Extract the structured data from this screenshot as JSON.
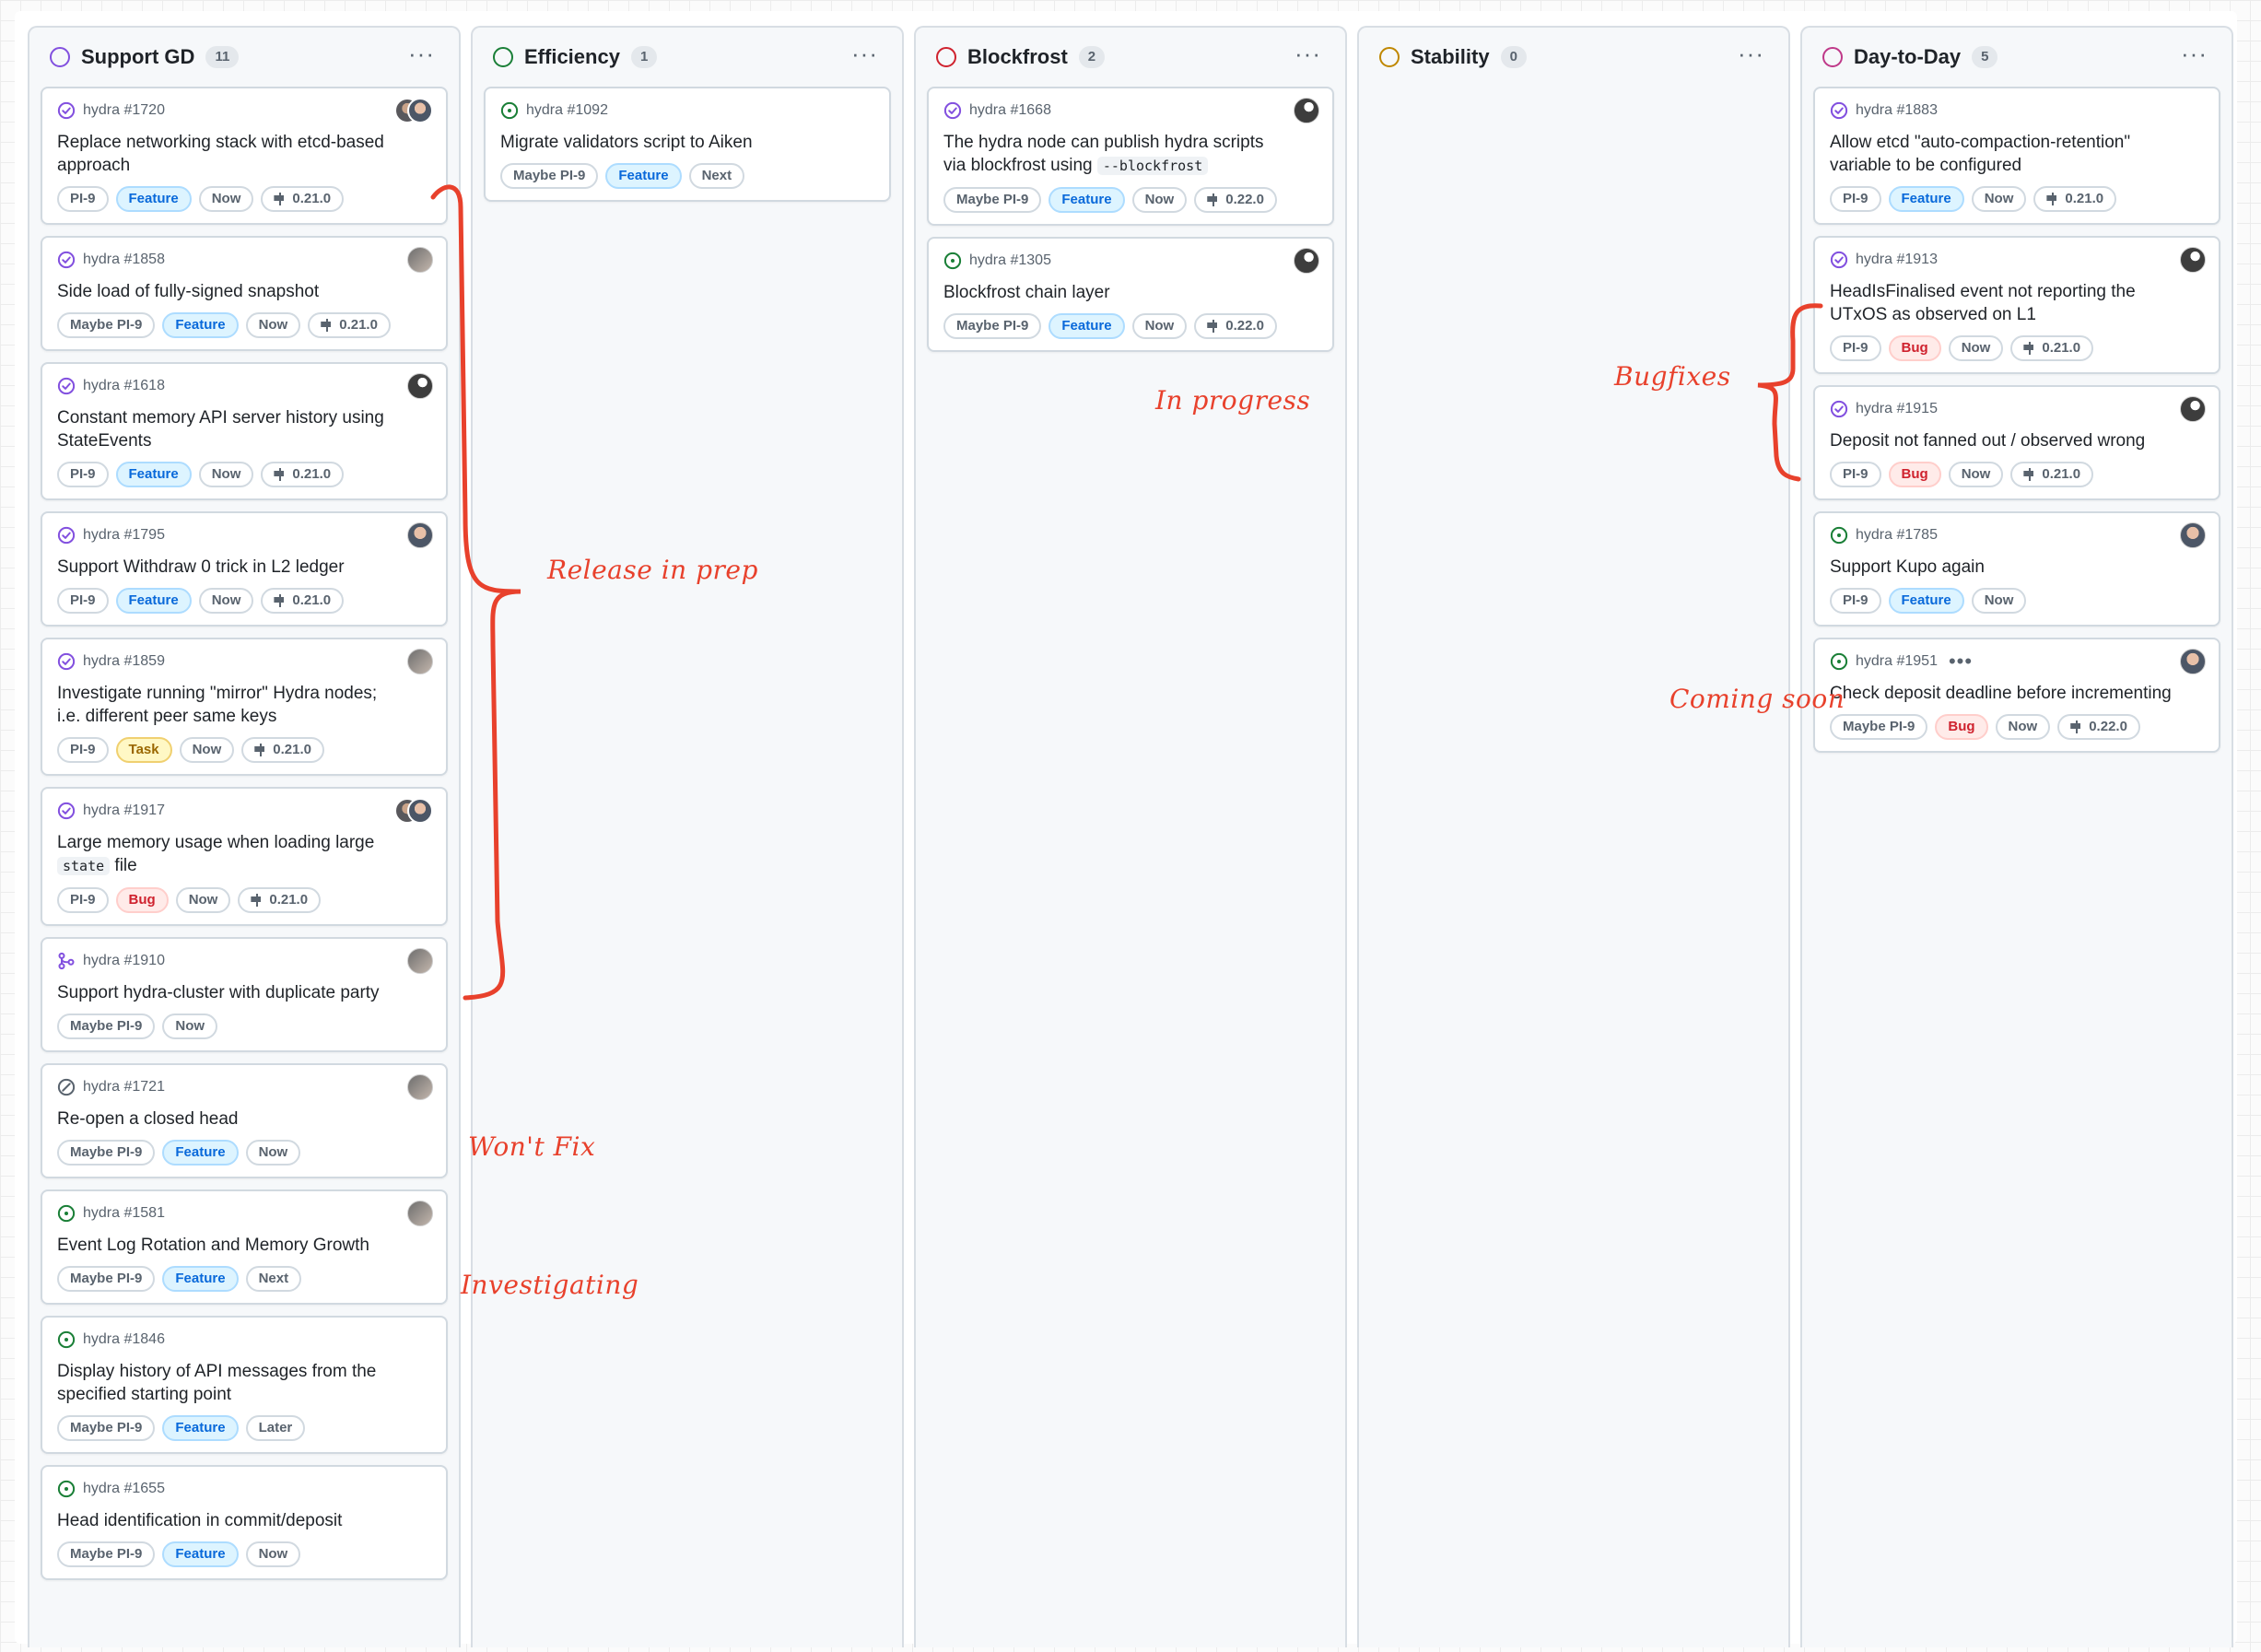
{
  "columns": [
    {
      "title": "Support GD",
      "count": "11",
      "ring_color": "#8250df",
      "cards": [
        {
          "status": "closed",
          "ref": "hydra #1720",
          "title": "Replace networking stack with etcd-based approach",
          "avatar": "pair",
          "labels": [
            {
              "text": "PI-9",
              "kind": "plain"
            },
            {
              "text": "Feature",
              "kind": "feature"
            },
            {
              "text": "Now",
              "kind": "plain"
            },
            {
              "text": "0.21.0",
              "kind": "milestone"
            }
          ]
        },
        {
          "status": "closed",
          "ref": "hydra #1858",
          "title": "Side load of fully-signed snapshot",
          "avatar": "d",
          "labels": [
            {
              "text": "Maybe PI-9",
              "kind": "plain"
            },
            {
              "text": "Feature",
              "kind": "feature"
            },
            {
              "text": "Now",
              "kind": "plain"
            },
            {
              "text": "0.21.0",
              "kind": "milestone"
            }
          ]
        },
        {
          "status": "closed",
          "ref": "hydra #1618",
          "title": "Constant memory API server history using StateEvents",
          "avatar": "b",
          "labels": [
            {
              "text": "PI-9",
              "kind": "plain"
            },
            {
              "text": "Feature",
              "kind": "feature"
            },
            {
              "text": "Now",
              "kind": "plain"
            },
            {
              "text": "0.21.0",
              "kind": "milestone"
            }
          ]
        },
        {
          "status": "closed",
          "ref": "hydra #1795",
          "title": "Support Withdraw 0 trick in L2 ledger",
          "avatar": "c",
          "labels": [
            {
              "text": "PI-9",
              "kind": "plain"
            },
            {
              "text": "Feature",
              "kind": "feature"
            },
            {
              "text": "Now",
              "kind": "plain"
            },
            {
              "text": "0.21.0",
              "kind": "milestone"
            }
          ]
        },
        {
          "status": "closed",
          "ref": "hydra #1859",
          "title": "Investigate running \"mirror\" Hydra nodes; i.e. different peer same keys",
          "avatar": "d",
          "labels": [
            {
              "text": "PI-9",
              "kind": "plain"
            },
            {
              "text": "Task",
              "kind": "task"
            },
            {
              "text": "Now",
              "kind": "plain"
            },
            {
              "text": "0.21.0",
              "kind": "milestone"
            }
          ]
        },
        {
          "status": "closed",
          "ref": "hydra #1917",
          "title": "Large memory usage when loading large ",
          "code": "state",
          "title_after": " file",
          "avatar": "pair",
          "labels": [
            {
              "text": "PI-9",
              "kind": "plain"
            },
            {
              "text": "Bug",
              "kind": "bug"
            },
            {
              "text": "Now",
              "kind": "plain"
            },
            {
              "text": "0.21.0",
              "kind": "milestone"
            }
          ]
        },
        {
          "status": "merged",
          "ref": "hydra #1910",
          "title": "Support hydra-cluster with duplicate party",
          "avatar": "d",
          "labels": [
            {
              "text": "Maybe PI-9",
              "kind": "plain"
            },
            {
              "text": "Now",
              "kind": "plain"
            }
          ]
        },
        {
          "status": "notplanned",
          "ref": "hydra #1721",
          "title": "Re-open a closed head",
          "avatar": "d",
          "labels": [
            {
              "text": "Maybe PI-9",
              "kind": "plain"
            },
            {
              "text": "Feature",
              "kind": "feature"
            },
            {
              "text": "Now",
              "kind": "plain"
            }
          ]
        },
        {
          "status": "open",
          "ref": "hydra #1581",
          "title": "Event Log Rotation and Memory Growth",
          "avatar": "d",
          "labels": [
            {
              "text": "Maybe PI-9",
              "kind": "plain"
            },
            {
              "text": "Feature",
              "kind": "feature"
            },
            {
              "text": "Next",
              "kind": "plain"
            }
          ]
        },
        {
          "status": "open",
          "ref": "hydra #1846",
          "title": "Display history of API messages from the specified starting point",
          "avatar": "",
          "labels": [
            {
              "text": "Maybe PI-9",
              "kind": "plain"
            },
            {
              "text": "Feature",
              "kind": "feature"
            },
            {
              "text": "Later",
              "kind": "plain"
            }
          ]
        },
        {
          "status": "open",
          "ref": "hydra #1655",
          "title": "Head identification in commit/deposit",
          "avatar": "",
          "labels": [
            {
              "text": "Maybe PI-9",
              "kind": "plain"
            },
            {
              "text": "Feature",
              "kind": "feature"
            },
            {
              "text": "Now",
              "kind": "plain"
            }
          ]
        }
      ]
    },
    {
      "title": "Efficiency",
      "count": "1",
      "ring_color": "#1a7f37",
      "cards": [
        {
          "status": "open",
          "ref": "hydra #1092",
          "title": "Migrate validators script to Aiken",
          "avatar": "",
          "labels": [
            {
              "text": "Maybe PI-9",
              "kind": "plain"
            },
            {
              "text": "Feature",
              "kind": "feature"
            },
            {
              "text": "Next",
              "kind": "plain"
            }
          ]
        }
      ]
    },
    {
      "title": "Blockfrost",
      "count": "2",
      "ring_color": "#cf222e",
      "cards": [
        {
          "status": "closed",
          "ref": "hydra #1668",
          "title": "The hydra node can publish hydra scripts via blockfrost using ",
          "code": "--blockfrost",
          "title_after": "",
          "avatar": "b",
          "labels": [
            {
              "text": "Maybe PI-9",
              "kind": "plain"
            },
            {
              "text": "Feature",
              "kind": "feature"
            },
            {
              "text": "Now",
              "kind": "plain"
            },
            {
              "text": "0.22.0",
              "kind": "milestone"
            }
          ]
        },
        {
          "status": "open",
          "ref": "hydra #1305",
          "title": "Blockfrost chain layer",
          "avatar": "b",
          "labels": [
            {
              "text": "Maybe PI-9",
              "kind": "plain"
            },
            {
              "text": "Feature",
              "kind": "feature"
            },
            {
              "text": "Now",
              "kind": "plain"
            },
            {
              "text": "0.22.0",
              "kind": "milestone"
            }
          ]
        }
      ]
    },
    {
      "title": "Stability",
      "count": "0",
      "ring_color": "#bf8700",
      "cards": []
    },
    {
      "title": "Day-to-Day",
      "count": "5",
      "ring_color": "#bf3989",
      "cards": [
        {
          "status": "closed",
          "ref": "hydra #1883",
          "title": "Allow etcd \"auto-compaction-retention\" variable to be configured",
          "avatar": "",
          "labels": [
            {
              "text": "PI-9",
              "kind": "plain"
            },
            {
              "text": "Feature",
              "kind": "feature"
            },
            {
              "text": "Now",
              "kind": "plain"
            },
            {
              "text": "0.21.0",
              "kind": "milestone"
            }
          ]
        },
        {
          "status": "closed",
          "ref": "hydra #1913",
          "title": "HeadIsFinalised event not reporting the UTxOS as observed on L1",
          "avatar": "b",
          "labels": [
            {
              "text": "PI-9",
              "kind": "plain"
            },
            {
              "text": "Bug",
              "kind": "bug"
            },
            {
              "text": "Now",
              "kind": "plain"
            },
            {
              "text": "0.21.0",
              "kind": "milestone"
            }
          ]
        },
        {
          "status": "closed",
          "ref": "hydra #1915",
          "title": "Deposit not fanned out / observed wrong",
          "avatar": "b",
          "labels": [
            {
              "text": "PI-9",
              "kind": "plain"
            },
            {
              "text": "Bug",
              "kind": "bug"
            },
            {
              "text": "Now",
              "kind": "plain"
            },
            {
              "text": "0.21.0",
              "kind": "milestone"
            }
          ]
        },
        {
          "status": "open",
          "ref": "hydra #1785",
          "title": "Support Kupo again",
          "avatar": "c",
          "labels": [
            {
              "text": "PI-9",
              "kind": "plain"
            },
            {
              "text": "Feature",
              "kind": "feature"
            },
            {
              "text": "Now",
              "kind": "plain"
            }
          ]
        },
        {
          "status": "open",
          "ref": "hydra #1951",
          "more": "•••",
          "title": "Check deposit deadline before incrementing",
          "avatar": "c",
          "labels": [
            {
              "text": "Maybe PI-9",
              "kind": "plain"
            },
            {
              "text": "Bug",
              "kind": "bug"
            },
            {
              "text": "Now",
              "kind": "plain"
            },
            {
              "text": "0.22.0",
              "kind": "milestone"
            }
          ]
        }
      ]
    }
  ],
  "column_menu_glyph": "···",
  "annotations": {
    "release": "Release in prep",
    "wontfix": "Won't Fix",
    "investigating": "Investigating",
    "in_progress": "In progress",
    "bugfixes": "Bugfixes",
    "coming_soon": "Coming soon"
  },
  "colors": {
    "annotation": "#e8412c",
    "closed": "#8250df",
    "open": "#1a7f37",
    "notplanned": "#59636e"
  }
}
